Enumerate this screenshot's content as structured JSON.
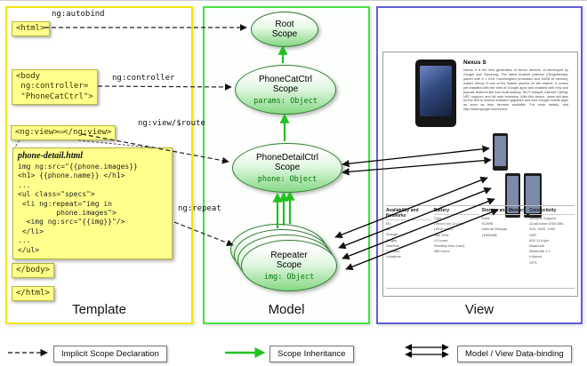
{
  "panels": {
    "template": {
      "label": "Template"
    },
    "model": {
      "label": "Model"
    },
    "view": {
      "label": "View"
    }
  },
  "template": {
    "tags": {
      "html_open": "<html>",
      "body_open": "<body\n ng:controller=\n \"PhoneCatCtrl\">",
      "ng_view": "<ng:view>▭</ng:view>",
      "body_close": "</body>",
      "html_close": "</html>"
    },
    "annotations": {
      "autobind": "ng:autobind",
      "controller": "ng:controller",
      "view_route": "ng:view/$route",
      "repeat": "ng:repeat"
    },
    "code_file": {
      "title": "phone-detail.html",
      "code": "img ng:src=\"{{phone.images}}\n<h1> {{phone.name}} </h1>\n...\n<ul class=\"specs\">\n <li ng:repeat=\"img in\n         phone.images\">\n  <img ng:src=\"{{img}}\"/>\n </li>\n...\n</ul>"
    }
  },
  "model": {
    "scopes": {
      "root": {
        "line1": "Root",
        "line2": "Scope",
        "value": ""
      },
      "phonecat": {
        "line1": "PhoneCatCtrl",
        "line2": "Scope",
        "value": "params: Object"
      },
      "phonedetail": {
        "line1": "PhoneDetailCtrl",
        "line2": "Scope",
        "value": "phone: Object"
      },
      "repeater": {
        "line1": "Repeater",
        "line2": "Scope",
        "value": "img: Object"
      }
    }
  },
  "view": {
    "product": {
      "title": "Nexus S",
      "description": "Nexus S is the next generation of Nexus devices, co-developed by Google and Samsung. The latest Android platform (Gingerbread), paired with a 1 GHz Hummingbird processor and 16GB of memory, makes Nexus S one of the fastest phones on the market. It comes pre-installed with the best of Google apps and enabled with new and popular features like true multi-tasking, Wi-Fi hotspot, Internet Calling, NFC support, and full web browsing. With this device, users will also be the first to receive software upgrades and new Google mobile apps as soon as they become available. For more details, visit http://www.google.com/nexus.",
      "specs": {
        "availability": {
          "header": "Availability and Networks",
          "rows": "M1,\nO2,\nOrange,\nSingtel,\nStarHub,\nT-Mobile,\nVodafone"
        },
        "battery": {
          "header": "Battery",
          "rows": "Type\nLithium Ion (Li-Ion)\n(1500 mAh)\nTalk Time\n14 hours\nStandby time (max)\n588 hours"
        },
        "storage": {
          "header": "Storage and Memory",
          "rows": "RAM\n512MB\nInternal Storage\n16384MB"
        },
        "connectivity": {
          "header": "Connectivity",
          "rows": "Network Support\nQuad-band GSM 850,\n900, 1800, 1900\nWiFi\n802.11 b/g/n\nBluetooth\nBluetooth 2.1\nInfrared\nGPS"
        }
      }
    }
  },
  "legend": {
    "implicit": "Implicit Scope Declaration",
    "inheritance": "Scope Inheritance",
    "databinding": "Model / View Data-binding"
  },
  "colors": {
    "template_border": "#f0e60a",
    "model_border": "#44e044",
    "view_border": "#5f5fd6",
    "sticky_note": "#ffff8c",
    "scope_fill": "#86d886",
    "inheritance_arrow": "#22c022",
    "declaration_arrow": "#222222",
    "databinding_arrow": "#000000"
  }
}
